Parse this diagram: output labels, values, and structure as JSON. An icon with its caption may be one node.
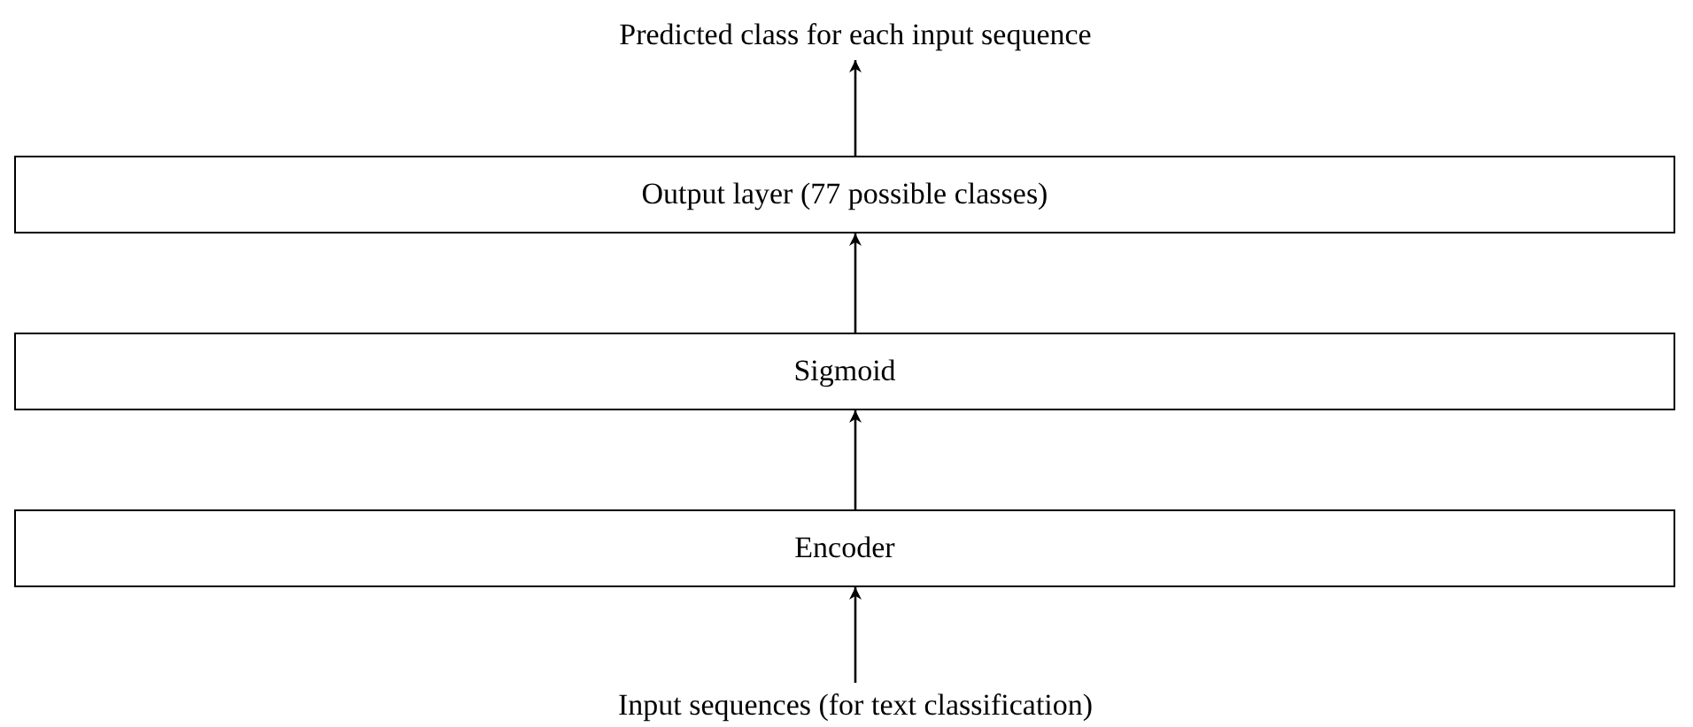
{
  "diagram": {
    "nodes": [
      {
        "text": [
          "Predicted class for each input sequence"
        ]
      },
      {
        "text": [
          "Output layer (77 possible classes)"
        ]
      },
      {
        "text": [
          "Sigmoid"
        ]
      },
      {
        "text": [
          "Encoder"
        ]
      },
      {
        "text": [
          "Input sequences (for text classification)"
        ]
      }
    ],
    "edges": [
      {
        "from": 4,
        "to": 3,
        "arrow": "to"
      },
      {
        "from": 3,
        "to": 2,
        "arrow": "to"
      },
      {
        "from": 2,
        "to": 1,
        "arrow": "to"
      },
      {
        "from": 1,
        "to": 0,
        "arrow": "to"
      }
    ]
  }
}
